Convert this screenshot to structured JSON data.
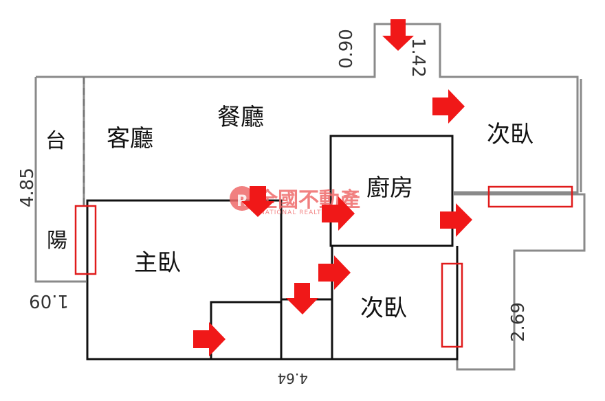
{
  "rooms": {
    "living": "客廳",
    "dining": "餐廳",
    "kitchen": "廚房",
    "master_bedroom": "主臥",
    "bedroom_top": "次臥",
    "bedroom_bottom": "次臥",
    "balcony_top": "台",
    "balcony_bottom": "陽"
  },
  "dimensions": {
    "top_a": "0.90",
    "top_b": "1.42",
    "left_height": "4.85",
    "left_bottom": "1.09",
    "right_lower": "2.69",
    "bottom": "4.64"
  },
  "watermark": {
    "name": "全國不動產",
    "sub": "NATIONAL REALTY",
    "logo_letter": "R"
  },
  "colors": {
    "arrow": "#f01818",
    "marker": "#e01b1b",
    "watermark": "#ef6a6a"
  }
}
